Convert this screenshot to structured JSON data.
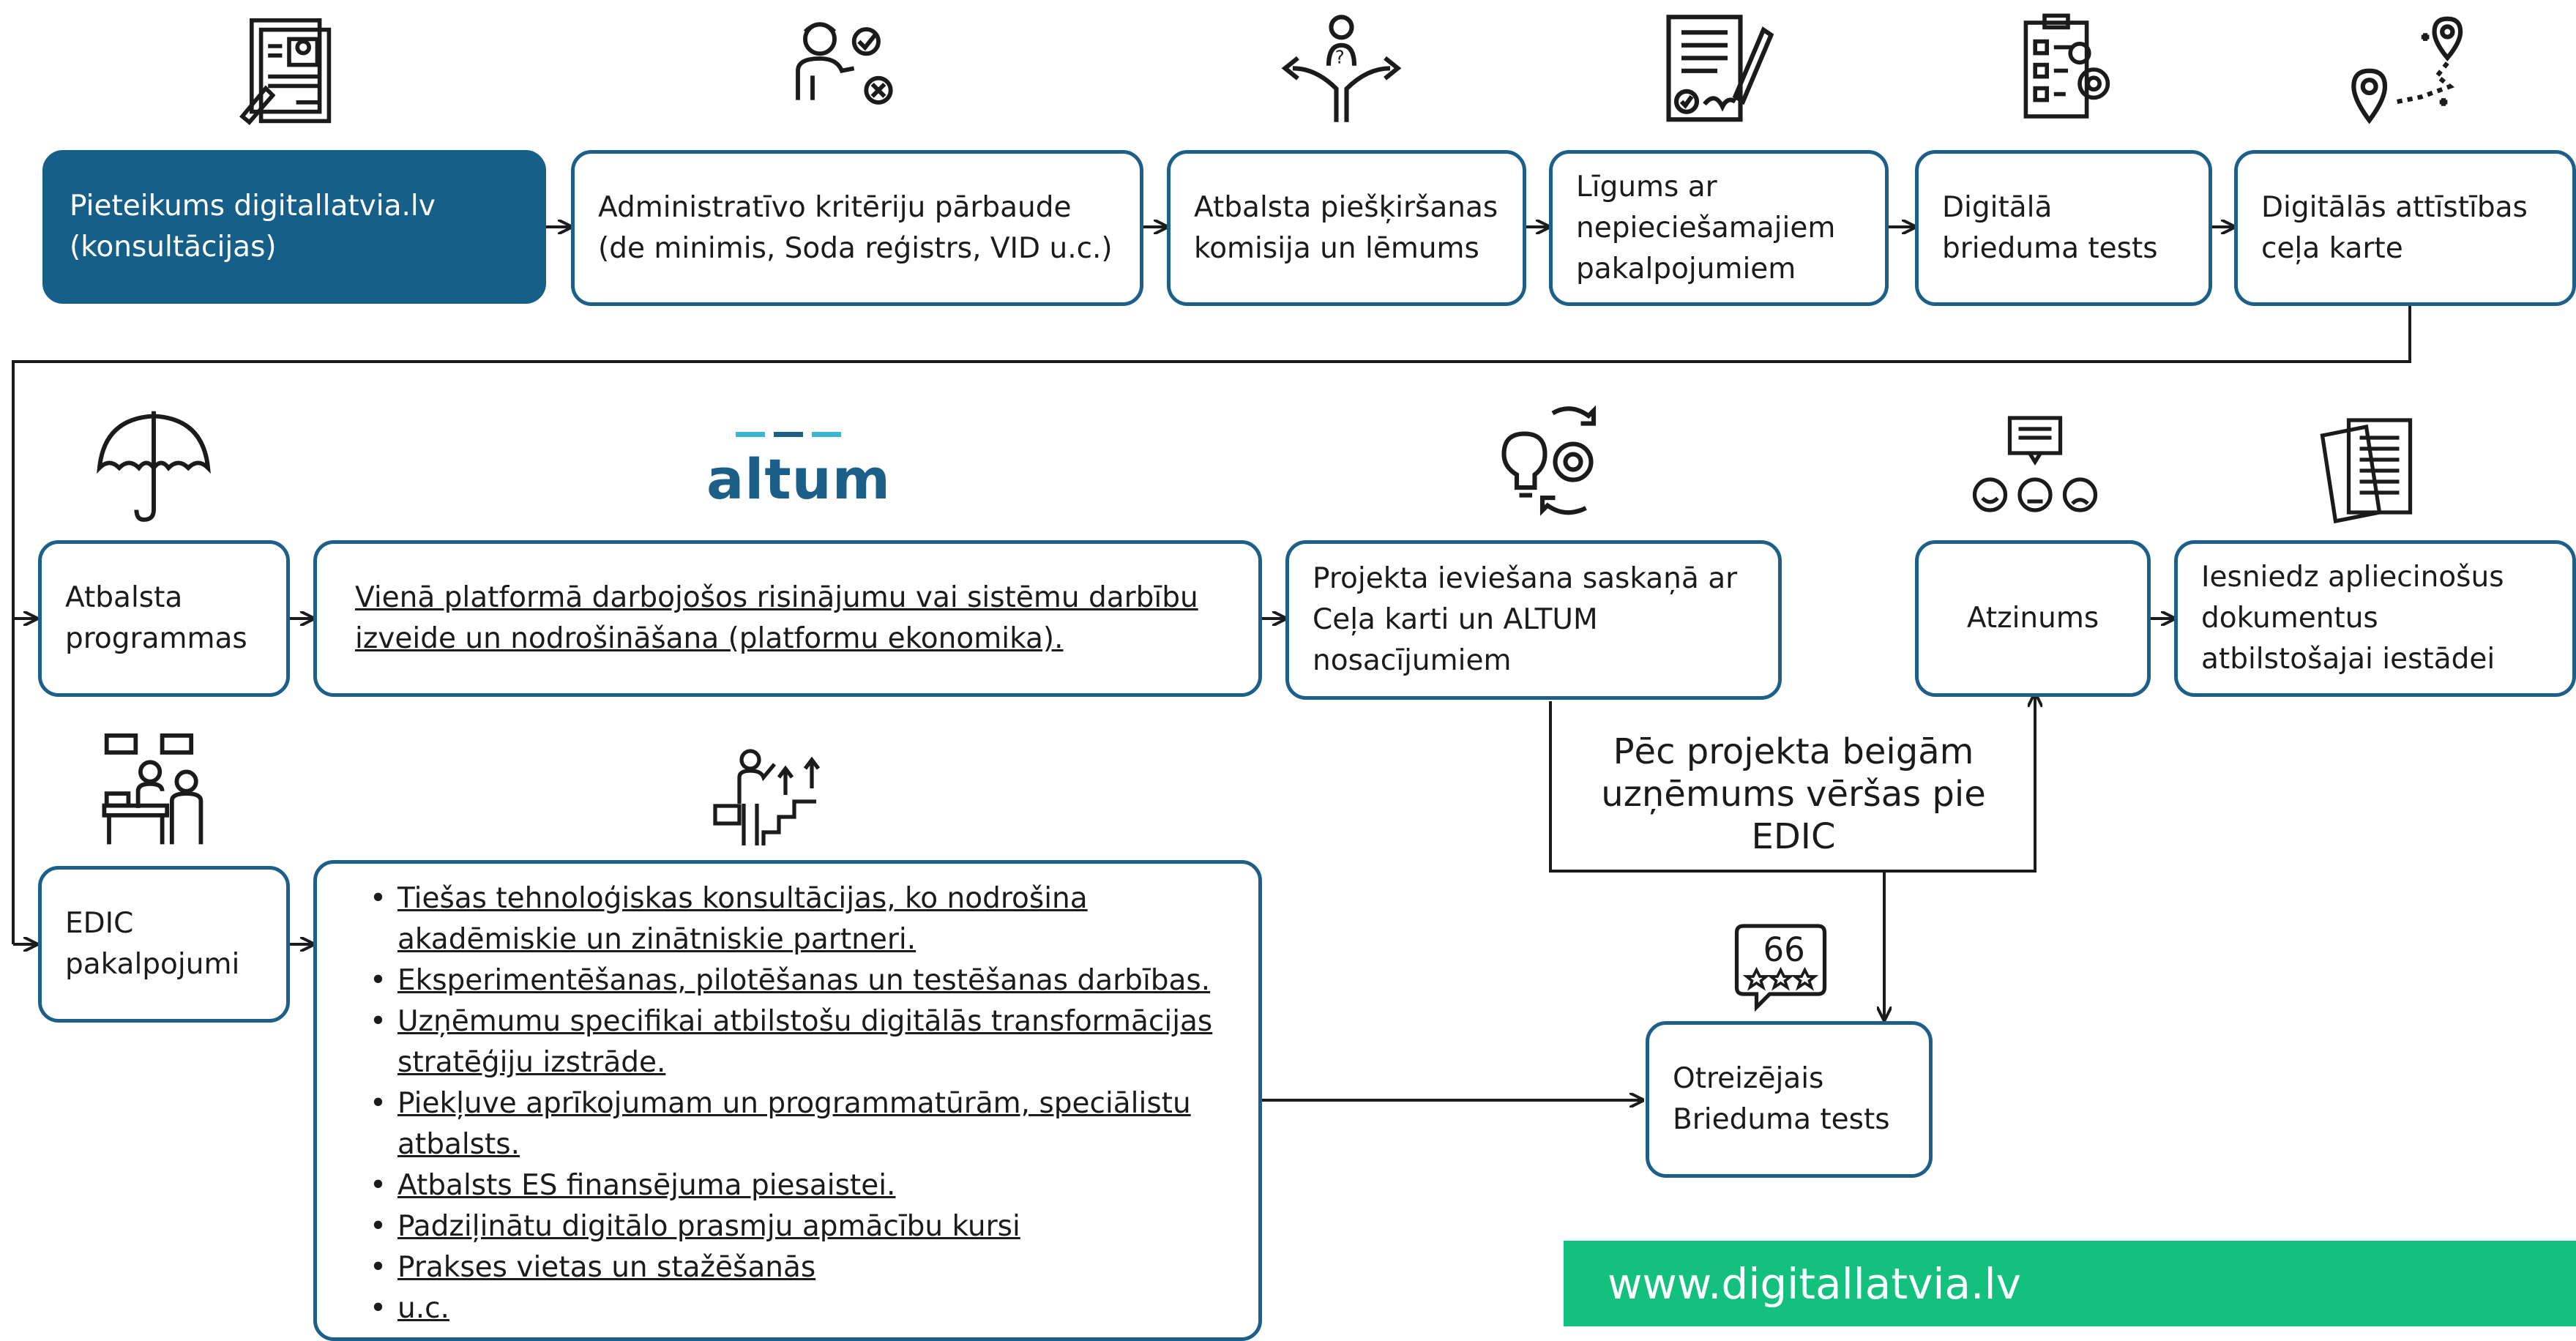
{
  "nodes": {
    "application": "Pieteikums digitallatvia.lv (konsultācijas)",
    "admin_check": "Administratīvo kritēriju pārbaude (de minimis, Soda reģistrs, VID u.c.)",
    "commission": "Atbalsta piešķiršanas komisija un lēmums",
    "contract": "Līgums ar nepieciešamajiem pakalpojumiem",
    "maturity_test": "Digitālā brieduma tests",
    "roadmap": "Digitālās attīstības ceļa karte",
    "support_programs": "Atbalsta programmas",
    "platform": "Vienā platformā darbojošos risinājumu vai sistēmu darbību izveide un nodrošināšana (platformu ekonomika).",
    "implementation": "Projekta ieviešana saskaņā ar Ceļa karti un ALTUM nosacījumiem",
    "opinion": "Atzinums",
    "submit_docs": "Iesniedz apliecinošus dokumentus atbilstošajai iestādei",
    "edic_services": "EDIC pakalpojumi",
    "retest": "Otreizējais Brieduma tests"
  },
  "edic_list": [
    "Tiešas tehnoloģiskas konsultācijas, ko nodrošina akadēmiskie un zinātniskie partneri.",
    "Eksperimentēšanas, pilotēšanas un testēšanas darbības.",
    "Uzņēmumu specifikai atbilstošu digitālās transformācijas stratēģiju izstrāde.",
    "Piekļuve aprīkojumam un programmatūrām, speciālistu atbalsts.",
    "Atbalsts ES finansējuma piesaistei.",
    "Padziļinātu digitālo prasmju apmācību kursi",
    "Prakses vietas un stažēšanās",
    "u.c."
  ],
  "note": "Pēc projekta beigām uzņēmums vēršas pie EDIC",
  "altum_logo": "altum",
  "footer_url": "www.digitallatvia.lv",
  "icons": [
    "application-form-icon",
    "person-check-icon",
    "decision-crossroad-icon",
    "contract-sign-icon",
    "checklist-gear-icon",
    "route-map-icon",
    "umbrella-icon",
    "idea-gear-icon",
    "feedback-faces-icon",
    "documents-icon",
    "consultation-people-icon",
    "growth-stairs-icon",
    "rating-quote-icon"
  ],
  "colors": {
    "primary": "#1c5f89",
    "filled_box": "#155f88",
    "footer": "#13c07e",
    "logo_accent": "#3ab6d3"
  }
}
